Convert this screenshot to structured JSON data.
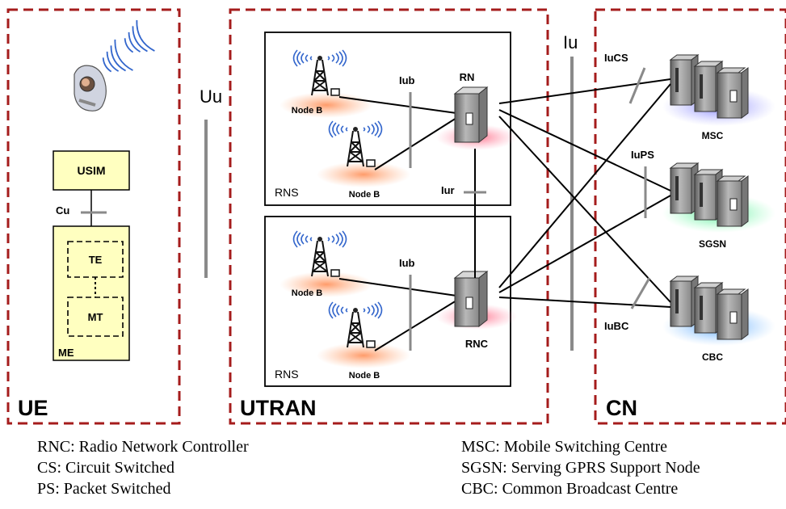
{
  "domains": {
    "ue": "UE",
    "utran": "UTRAN",
    "cn": "CN"
  },
  "ue": {
    "usim": "USIM",
    "cu": "Cu",
    "te": "TE",
    "mt": "MT",
    "me": "ME"
  },
  "interfaces": {
    "uu": "Uu",
    "iu": "Iu",
    "iub_top": "Iub",
    "iub_bottom": "Iub",
    "iur": "Iur",
    "iucs": "IuCS",
    "iups": "IuPS",
    "iubc": "IuBC"
  },
  "utran": {
    "rns_top": "RNS",
    "rns_bottom": "RNS",
    "rn_label": "RN",
    "rnc_label": "RNC",
    "node_b": [
      "Node B",
      "Node B",
      "Node B",
      "Node B"
    ]
  },
  "cn": {
    "msc": "MSC",
    "sgsn": "SGSN",
    "cbc": "CBC"
  },
  "legend_left": [
    "RNC: Radio Network Controller",
    "CS: Circuit Switched",
    "PS: Packet Switched"
  ],
  "legend_right": [
    "MSC: Mobile Switching Centre",
    "SGSN: Serving GPRS Support Node",
    "CBC: Common Broadcast Centre"
  ],
  "icons": {
    "phone": "mobile-phone-icon",
    "tower": "antenna-tower-icon",
    "server": "server-rack-icon"
  },
  "colors": {
    "domain_border": "#a51c1c",
    "interface_bar": "#8a8a8a",
    "rns_glow": "#ff9a6a",
    "msc_glow": "#8080ff",
    "sgsn_glow": "#40e080",
    "cbc_glow": "#40a0ff",
    "usim_fill": "#ffffc0",
    "wave": "#3366cc"
  }
}
